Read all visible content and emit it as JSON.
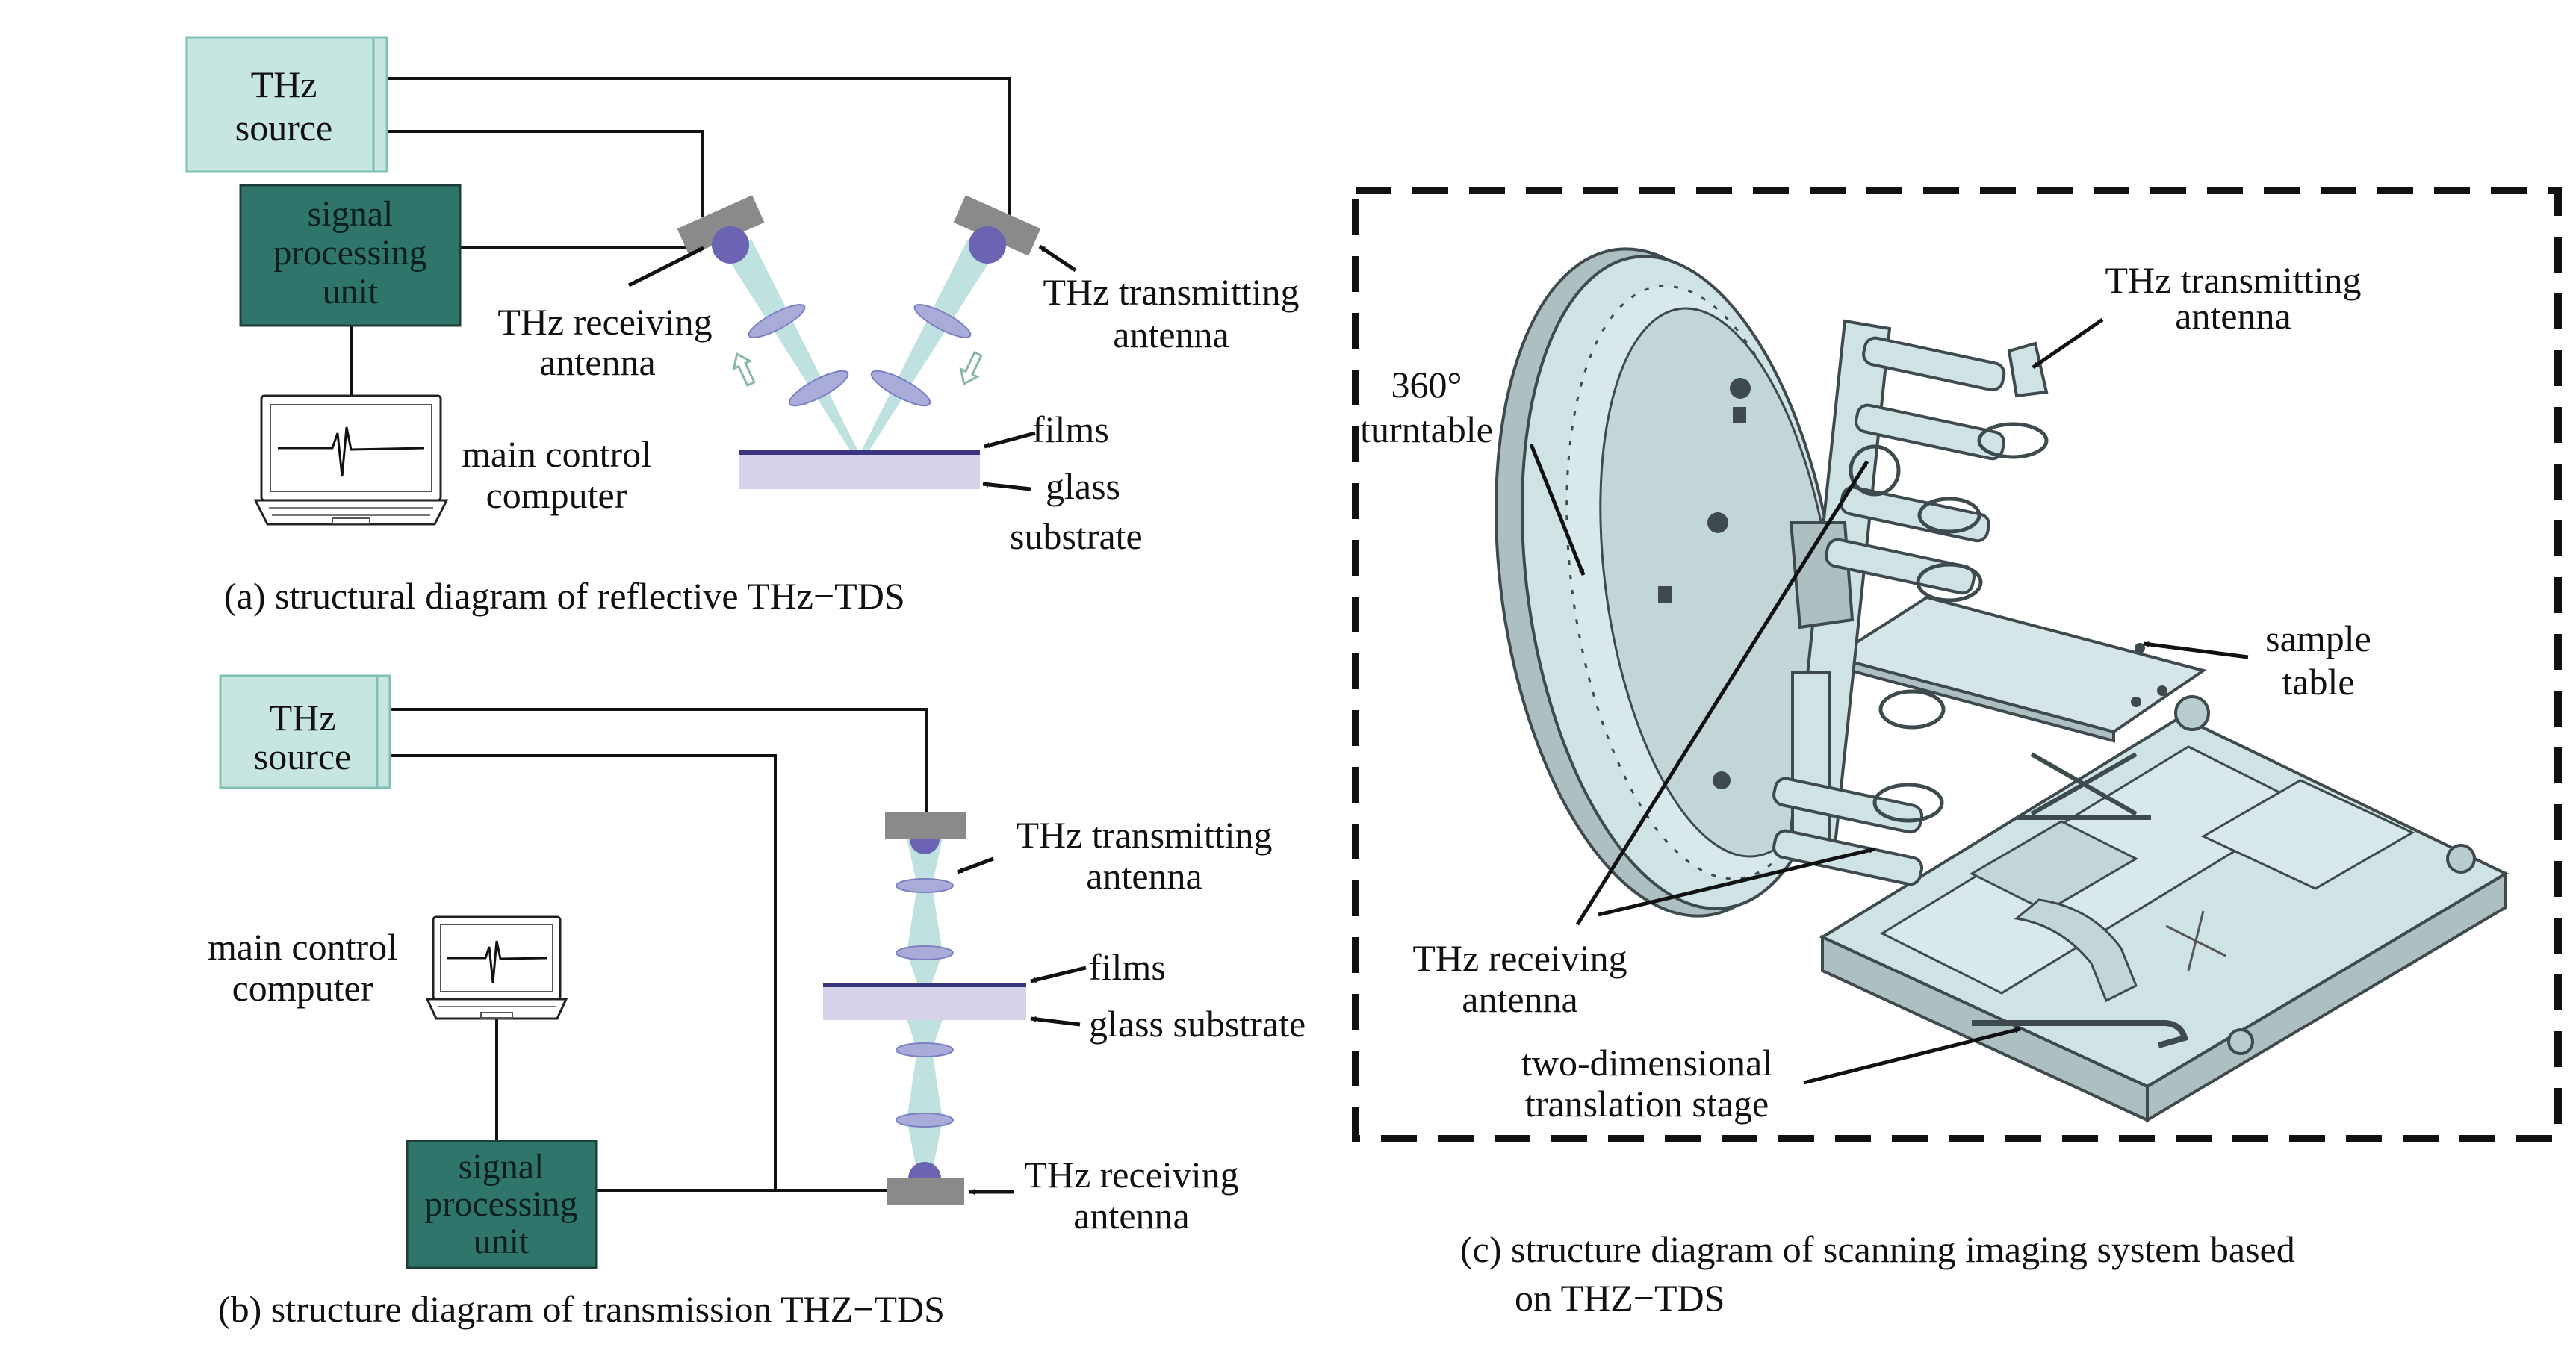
{
  "colors": {
    "source_fill": "#c7e6e0",
    "source_stroke": "#7fbfb4",
    "dsp_fill": "#2f7569",
    "dsp_text": "#0d1f1c",
    "antenna_gray": "#8a8a8a",
    "lens_fill": "#a9acd8",
    "lens_stroke": "#7c80c1",
    "beam_fill": "#bfe2e0",
    "film_color": "#3c3580",
    "glass_fill": "#d5d2ea",
    "dish_fill": "#6b64b2",
    "hw_fill": "#cfe2e4",
    "hw_stroke": "#3e4a4d"
  },
  "panel_a": {
    "thz_source": [
      "THz",
      "source"
    ],
    "signal_unit": [
      "signal",
      "processing",
      "unit"
    ],
    "receiving_antenna": [
      "THz receiving",
      "antenna"
    ],
    "transmitting_antenna": [
      "THz transmitting",
      "antenna"
    ],
    "films": "films",
    "glass_substrate": [
      "glass",
      "substrate"
    ],
    "main_computer": [
      "main control",
      "computer"
    ],
    "caption": "(a) structural diagram of reflective THz−TDS"
  },
  "panel_b": {
    "thz_source": [
      "THz",
      "source"
    ],
    "signal_unit": [
      "signal",
      "processing",
      "unit"
    ],
    "transmitting_antenna": [
      "THz transmitting",
      "antenna"
    ],
    "films": "films",
    "glass_substrate": "glass substrate",
    "receiving_antenna": [
      "THz receiving",
      "antenna"
    ],
    "main_computer": [
      "main control",
      "computer"
    ],
    "caption": "(b) structure diagram of transmission THZ−TDS"
  },
  "panel_c": {
    "transmitting_antenna": [
      "THz transmitting",
      "antenna"
    ],
    "turntable": [
      "360°",
      "turntable"
    ],
    "sample_table": [
      "sample",
      "table"
    ],
    "receiving_antenna": [
      "THz receiving",
      "antenna"
    ],
    "stage": [
      "two-dimensional",
      "translation stage"
    ],
    "caption": [
      "(c) structure diagram of scanning imaging system based",
      "on THZ−TDS"
    ]
  }
}
